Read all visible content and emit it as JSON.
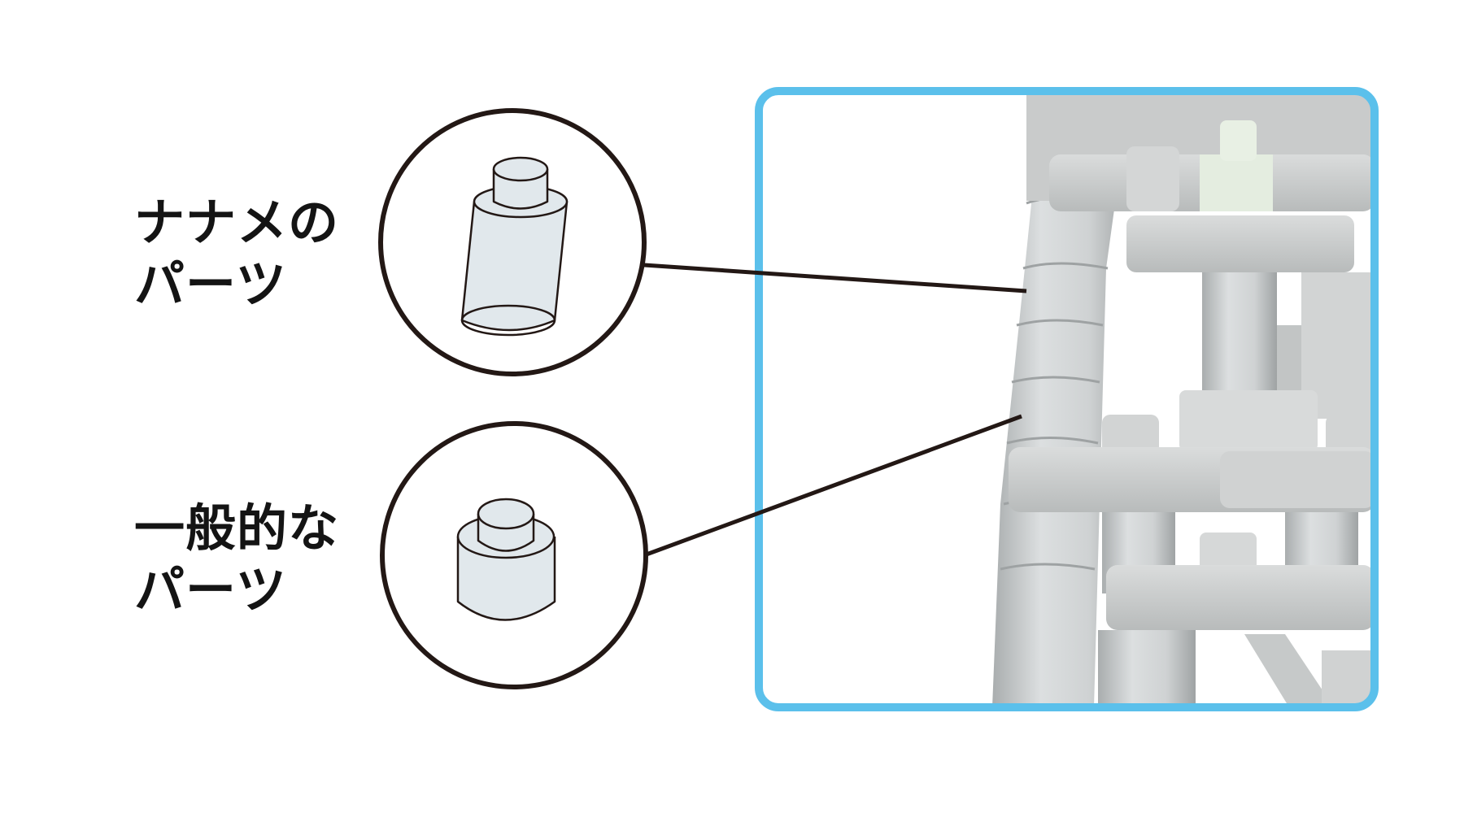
{
  "labels": {
    "diagonal_part": {
      "line1": "ナナメの",
      "line2": "パーツ"
    },
    "general_part": {
      "line1": "一般的な",
      "line2": "パーツ"
    }
  },
  "colors": {
    "frame_border": "#5BC0EB",
    "text": "#141414",
    "circle_stroke": "#231815",
    "block_gray": "#C8CACA",
    "part_fill": "#E1E8EC",
    "translucent_part": "#E4EDE0"
  }
}
